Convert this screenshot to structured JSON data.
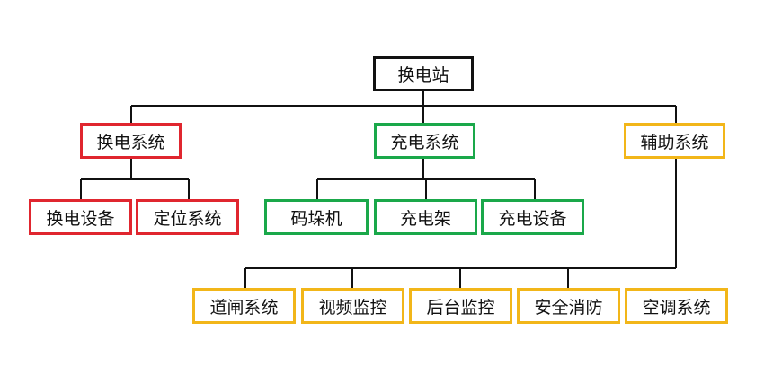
{
  "diagram": {
    "root": {
      "label": "换电站",
      "color": "#111111"
    },
    "branches": [
      {
        "label": "换电系统",
        "color": "#e0262f",
        "children": [
          "换电设备",
          "定位系统"
        ]
      },
      {
        "label": "充电系统",
        "color": "#1aa84a",
        "children": [
          "码垛机",
          "充电架",
          "充电设备"
        ]
      },
      {
        "label": "辅助系统",
        "color": "#f2b619",
        "children": [
          "道闸系统",
          "视频监控",
          "后台监控",
          "安全消防",
          "空调系统"
        ]
      }
    ],
    "line_color": "#111111"
  }
}
